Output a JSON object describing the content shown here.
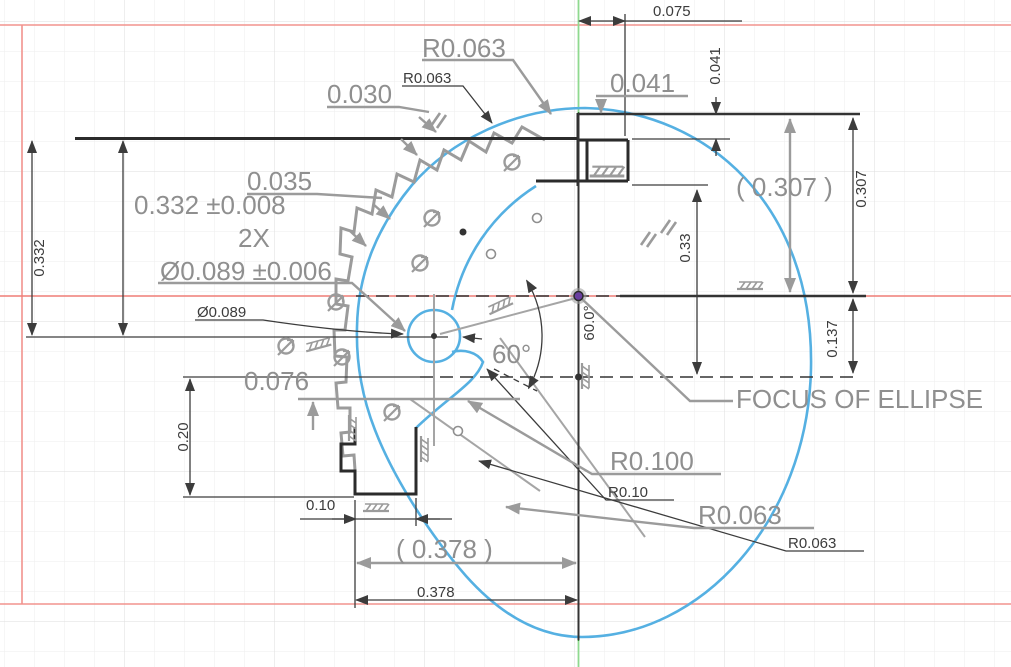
{
  "app": "cad-sketch-drawing",
  "colors": {
    "profile_blue": "#55b0e2",
    "profile_fill": "#d7e7f4",
    "sheet_border_red": "#f2938d",
    "centerline_red": "#ef7d76",
    "axis_green_light": "#8fd98f",
    "axis_green_dark": "#2e7d32",
    "dim_black": "#3c3c3c",
    "dim_gray": "#8f8f8f",
    "focus_point_purple": "#6a3fa0"
  },
  "dimensions": {
    "black": {
      "top_width": "0.075",
      "fillet_top": "R0.063",
      "notch_0041_rot": "0.041",
      "height_0332_rot": "0.332",
      "hole_dia": "Ø0.089",
      "angle_rot": "60.0°",
      "h033_rot": "0.33",
      "h0307_rot": "0.307",
      "h0137_rot": "0.137",
      "h020_rot": "0.20",
      "step_010": "0.10",
      "r010": "R0.10",
      "fillet_bot": "R0.063",
      "base_0378": "0.378"
    },
    "gray": {
      "fillet_top": "R0.063",
      "tooth_0030": "0.030",
      "notch_0041": "0.041",
      "tooth_0035": "0.035",
      "height_tol": "0.332 ±0.008",
      "hole_qty": "2X",
      "hole_dia_tol": "Ø0.089 ±0.006",
      "angle": "60°",
      "height_ref": "( 0.307 )",
      "focus_label": "FOCUS OF ELLIPSE",
      "step_0076": "0.076",
      "radius_r0100": "R0.100",
      "fillet_r0063": "R0.063",
      "base_ref": "( 0.378 )"
    }
  }
}
